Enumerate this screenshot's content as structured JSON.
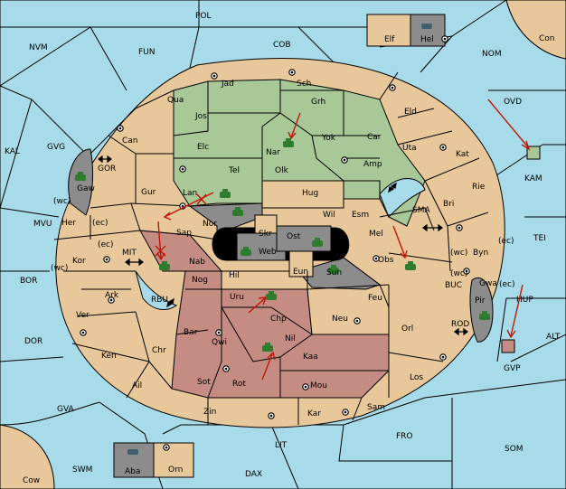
{
  "colors": {
    "sea": "#a8dbe9",
    "neutral": "#e8c89a",
    "green": "#a8c898",
    "red": "#c48c82",
    "gray": "#8c8c8c",
    "black": "#000000",
    "arrow": "#c0160a",
    "unit": "#2e7d2e"
  },
  "labels": {
    "POL": "POL",
    "NVM": "NVM",
    "FUN": "FUN",
    "COB": "COB",
    "NOM": "NOM",
    "Con": "Con",
    "Elf": "Elf",
    "Hel": "Hel",
    "OVD": "OVD",
    "KAL": "KAL",
    "GVG": "GVG",
    "GOR": "GOR",
    "MVU": "MVU",
    "BOR": "BOR",
    "MIT": "MIT",
    "RBU": "RBU",
    "DOR": "DOR",
    "GVA": "GVA",
    "SWM": "SWM",
    "Cow": "Cow",
    "Aba": "Aba",
    "Orn": "Orn",
    "LIT": "LIT",
    "DAX": "DAX",
    "FRO": "FRO",
    "SOM": "SOM",
    "ALT": "ALT",
    "GVP": "GVP",
    "HUP": "HUP",
    "ROD": "ROD",
    "BUC": "BUC",
    "TEI": "TEI",
    "SMA": "SMA",
    "KAM": "KAM",
    "Jad": "Jad",
    "Sch": "Sch",
    "Qua": "Qua",
    "Jos": "Jos",
    "Grh": "Grh",
    "Eld": "Eld",
    "Can": "Can",
    "Elc": "Elc",
    "Nar": "Nar",
    "Yok": "Yok",
    "Car": "Car",
    "Uta": "Uta",
    "Kat": "Kat",
    "Tel": "Tel",
    "Olk": "Olk",
    "Amp": "Amp",
    "Gaw": "Gaw",
    "Gur": "Gur",
    "Lan": "Lan",
    "Hug": "Hug",
    "Bri": "Bri",
    "Rie": "Rie",
    "Wil": "Wil",
    "Esm": "Esm",
    "Nor": "Nor",
    "Her": "Her",
    "Sap": "Sap",
    "Skr": "Skr",
    "Ost": "Ost",
    "Mel": "Mel",
    "Web": "Web",
    "Byn": "Byn",
    "Kor": "Kor",
    "Nab": "Nab",
    "Obs": "Obs",
    "Eun": "Eun",
    "Gwa": "Gwa",
    "Hil": "Hil",
    "Sun": "Sun",
    "Nog": "Nog",
    "Ark": "Ark",
    "Uru": "Uru",
    "Feu": "Feu",
    "Pir": "Pir",
    "Ver": "Ver",
    "Chp": "Chp",
    "Neu": "Neu",
    "Bar": "Bar",
    "Qwi": "Qwi",
    "Orl": "Orl",
    "Nil": "Nil",
    "Ken": "Ken",
    "Chr": "Chr",
    "Kaa": "Kaa",
    "Los": "Los",
    "Sot": "Sot",
    "Ail": "Ail",
    "Rot": "Rot",
    "Mou": "Mou",
    "Zin": "Zin",
    "Kar": "Kar",
    "Sam": "Sam",
    "wc1": "(wc)",
    "ec1": "(ec)",
    "wc2": "(wc)",
    "ec2": "(ec)",
    "wc3": "(wc)",
    "wc4": "(wc)",
    "ec3": "(ec)",
    "ec4": "(ec)"
  }
}
